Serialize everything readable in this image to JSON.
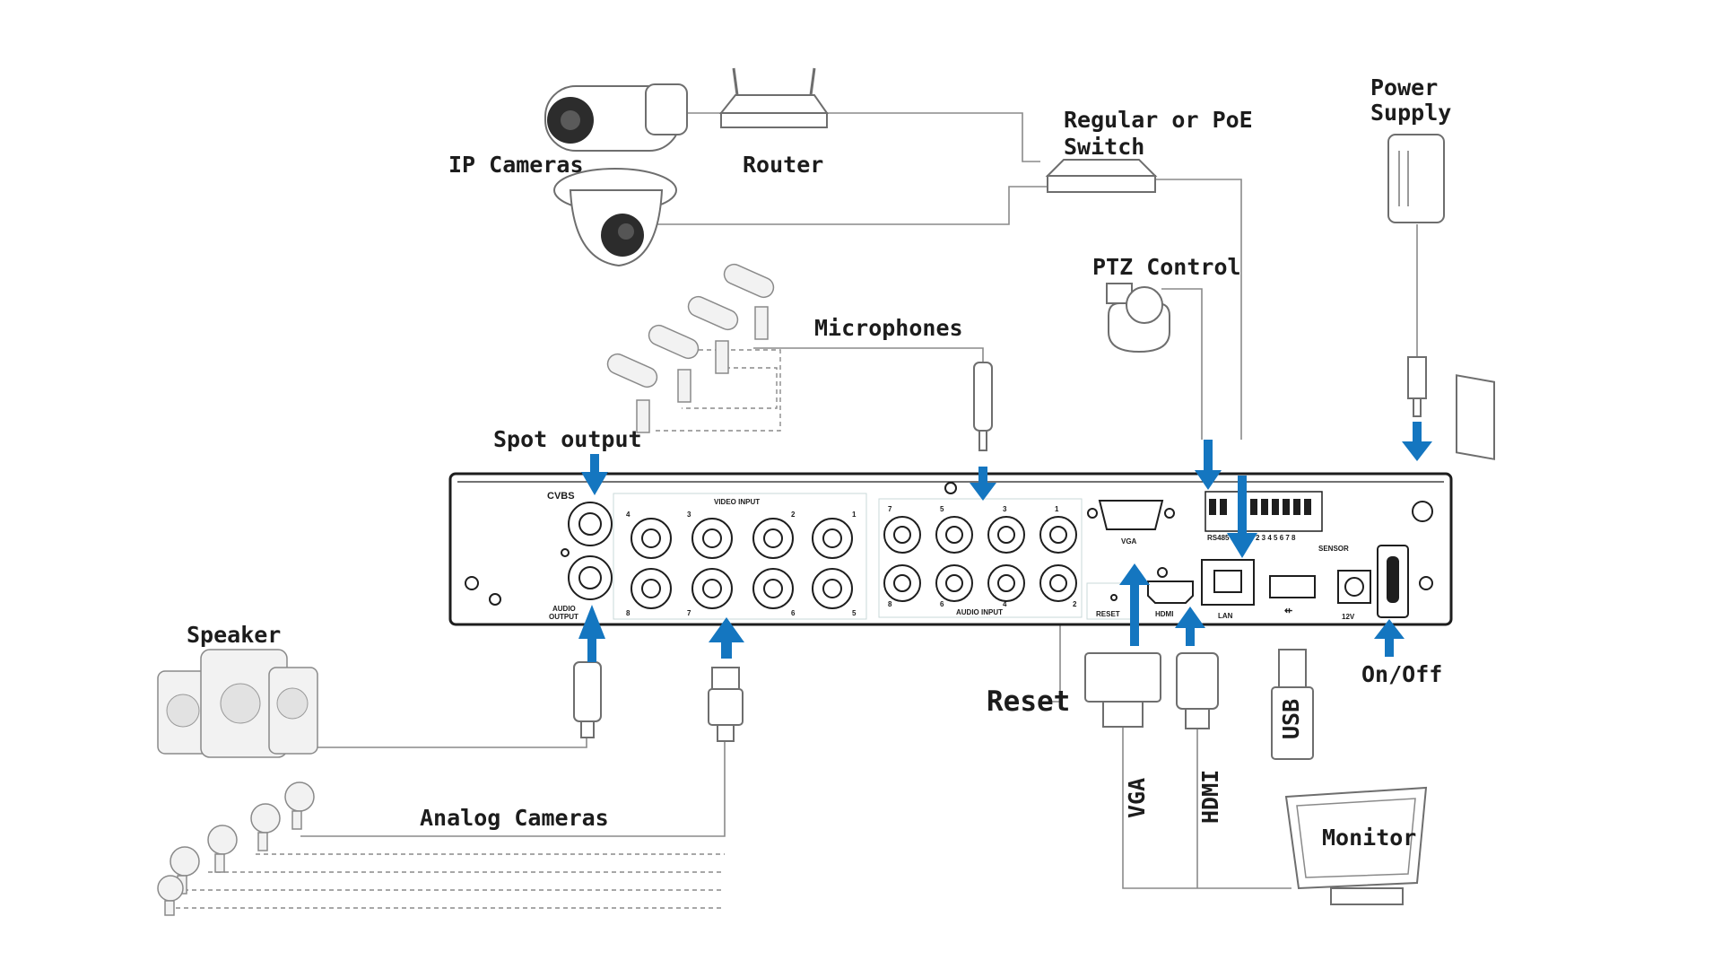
{
  "labels": {
    "ip_cameras": "IP Cameras",
    "router": "Router",
    "switch_line1": "Regular or PoE",
    "switch_line2": "Switch",
    "power_line1": "Power",
    "power_line2": "Supply",
    "ptz_control": "PTZ Control",
    "microphones": "Microphones",
    "spot_output": "Spot output",
    "speaker": "Speaker",
    "analog_cameras": "Analog Cameras",
    "reset": "Reset",
    "on_off": "On/Off",
    "usb": "USB",
    "vga_cable": "VGA",
    "hdmi_cable": "HDMI",
    "monitor": "Monitor"
  },
  "panel": {
    "cvbs": "CVBS",
    "audio_output_line1": "AUDIO",
    "audio_output_line2": "OUTPUT",
    "video_input": "VIDEO INPUT",
    "audio_input": "AUDIO INPUT",
    "vga": "VGA",
    "reset": "RESET",
    "hdmi": "HDMI",
    "lan": "LAN",
    "sensor": "SENSOR",
    "rs485": "RS485 ALA",
    "power_rating": "12V",
    "video_top_numbers": [
      "4",
      "3",
      "2",
      "1"
    ],
    "video_bottom_numbers": [
      "8",
      "7",
      "6",
      "5"
    ],
    "audio_top_numbers": [
      "7",
      "5",
      "3",
      "1"
    ],
    "audio_bottom_numbers": [
      "8",
      "6",
      "4",
      "2"
    ],
    "sensor_numbers": "2 3 4 5 6 7 8"
  },
  "colors": {
    "arrow": "#1476c0",
    "panel_stroke": "#1e1e1e",
    "wire": "#8a8a8a"
  }
}
